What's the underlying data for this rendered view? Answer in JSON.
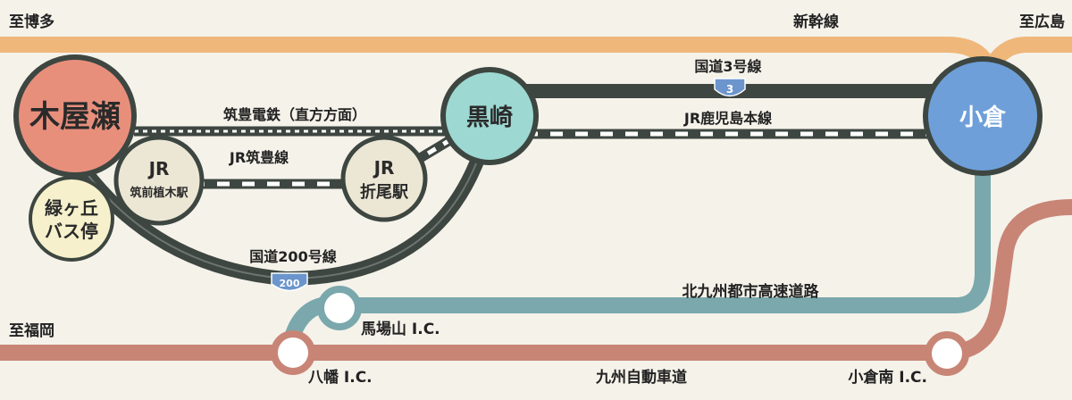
{
  "directions": {
    "hakata": "至博多",
    "hiroshima": "至広島",
    "fukuoka": "至福岡"
  },
  "lines": {
    "shinkansen": "新幹線",
    "chikuho_railway": "筑豊電鉄（直方方面）",
    "jr_chikuho": "JR筑豊線",
    "route3": "国道3号線",
    "jr_kagoshima": "JR鹿児島本線",
    "route200": "国道200号線",
    "kitakyushu_expressway": "北九州都市高速道路",
    "kyushu_expressway": "九州自動車道"
  },
  "route_shields": {
    "route3": "3",
    "route200": "200"
  },
  "stations": {
    "koyanose": "木屋瀬",
    "midorigaoka_l1": "緑ヶ丘",
    "midorigaoka_l2": "バス停",
    "chikuzen_l1": "JR",
    "chikuzen_l2": "筑前植木駅",
    "orio_l1": "JR",
    "orio_l2": "折尾駅",
    "kurosaki": "黒崎",
    "kokura": "小倉"
  },
  "interchanges": {
    "babayama": "馬場山 I.C.",
    "yahata": "八幡 I.C.",
    "kokura_minami": "小倉南 I.C."
  },
  "colors": {
    "background": "#f5f2ea",
    "shinkansen": "#efb77a",
    "kyushu_expressway": "#c88576",
    "urban_expressway": "#7aa8ac",
    "road": "#3d4640",
    "koyanose": "#e88f7c",
    "kurosaki": "#9dd8d2",
    "kokura": "#6e9fd8",
    "jr_station": "#ece7d5",
    "midorigaoka": "#f6f1cc",
    "shield": "#6b95cc"
  }
}
